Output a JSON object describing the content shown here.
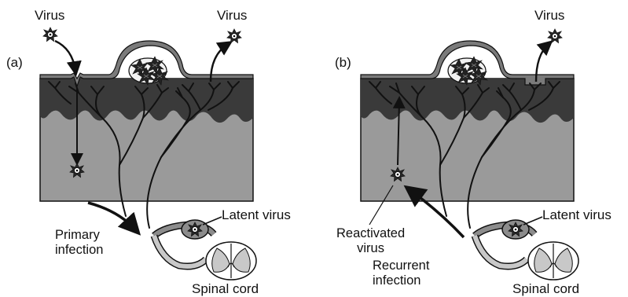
{
  "panel_a": {
    "tag": "(a)",
    "virus_in": "Virus",
    "virus_out": "Virus",
    "latent": "Latent virus",
    "primary_line1": "Primary",
    "primary_line2": "infection",
    "spinal": "Spinal cord"
  },
  "panel_b": {
    "tag": "(b)",
    "virus_out": "Virus",
    "latent": "Latent virus",
    "reactivated_line1": "Reactivated",
    "reactivated_line2": "virus",
    "recurrent_line1": "Recurrent",
    "recurrent_line2": "infection",
    "spinal": "Spinal cord"
  },
  "colors": {
    "tissue": "#9a9a9a",
    "epidermis_dark": "#3a3a3a",
    "epidermis_surface": "#7a7a7a",
    "nerve": "#111111",
    "ganglion": "#8c8c8c",
    "cord_grey": "#c8c8c8"
  }
}
